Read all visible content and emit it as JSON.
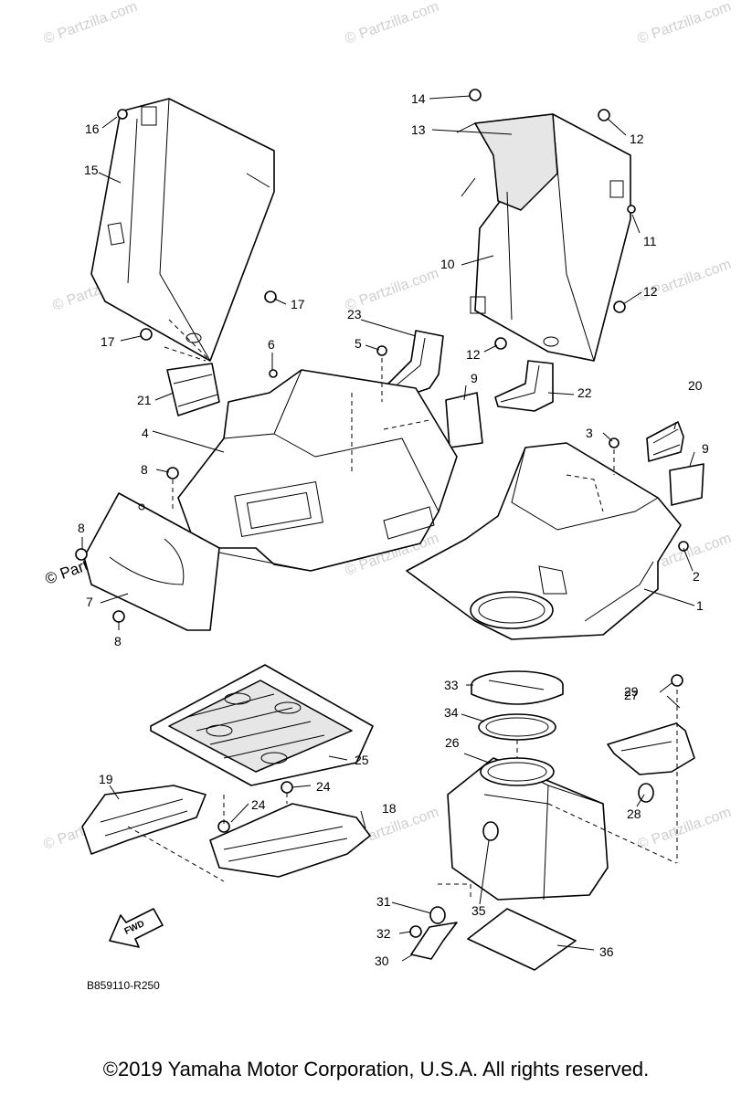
{
  "diagram_code": "B859110-R250",
  "fwd_label": "FWD",
  "watermark": "© Partzilla.com",
  "copyright": "©2019 Yamaha Motor Corporation, U.S.A. All rights reserved.",
  "callouts": [
    "1",
    "2",
    "3",
    "4",
    "5",
    "6",
    "7",
    "8",
    "9",
    "10",
    "11",
    "12",
    "13",
    "14",
    "15",
    "16",
    "17",
    "18",
    "19",
    "20",
    "21",
    "22",
    "23",
    "24",
    "25",
    "26",
    "27",
    "28",
    "29",
    "30",
    "31",
    "32",
    "33",
    "34",
    "35",
    "36"
  ]
}
